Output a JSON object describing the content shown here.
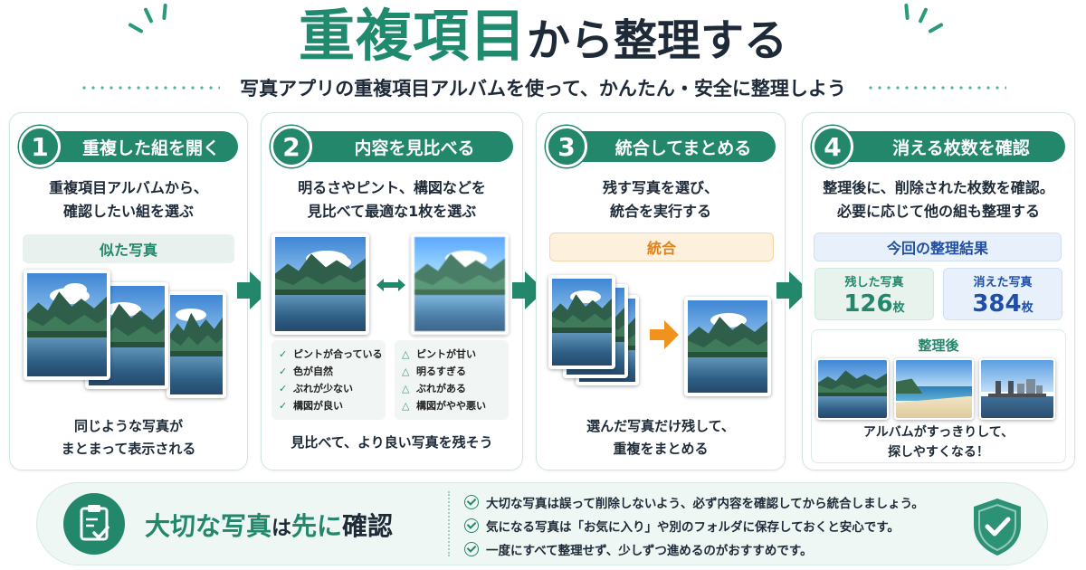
{
  "header": {
    "title_green": "重複項目",
    "title_dark": "から整理する",
    "subtitle": "写真アプリの重複項目アルバムを使って、かんたん・安全に整理しよう"
  },
  "steps": [
    {
      "num": "1",
      "title": "重複した組を開く",
      "desc_line1": "重複項目アルバムから、",
      "desc_line2": "確認したい組を選ぶ",
      "label": "似た写真",
      "bottom_line1": "同じような写真が",
      "bottom_line2": "まとまって表示される"
    },
    {
      "num": "2",
      "title": "内容を見比べる",
      "desc_line1": "明るさやピント、構図などを",
      "desc_line2": "見比べて最適な1枚を選ぶ",
      "good": [
        "ピントが合っている",
        "色が自然",
        "ぶれが少ない",
        "構図が良い"
      ],
      "bad": [
        "ピントが甘い",
        "明るすぎる",
        "ぶれがある",
        "構図がやや悪い"
      ],
      "bottom_line1": "見比べて、より良い写真を残そう"
    },
    {
      "num": "3",
      "title": "統合してまとめる",
      "desc_line1": "残す写真を選び、",
      "desc_line2": "統合を実行する",
      "label": "統合",
      "bottom_line1": "選んだ写真だけ残して、",
      "bottom_line2": "重複をまとめる"
    },
    {
      "num": "4",
      "title": "消える枚数を確認",
      "desc_line1": "整理後に、削除された枚数を確認。",
      "desc_line2": "必要に応じて他の組も整理する",
      "label": "今回の整理結果",
      "kept_label": "残した写真",
      "kept_value": "126",
      "removed_label": "消えた写真",
      "removed_value": "384",
      "unit": "枚",
      "after_label": "整理後",
      "bottom_line1": "アルバムがすっきりして、",
      "bottom_line2": "探しやすくなる！"
    }
  ],
  "banner": {
    "title_part1": "大切な写真",
    "title_part2": "は",
    "title_part3": "先に",
    "title_part4": "確認",
    "tips": [
      "大切な写真は誤って削除しないよう、必ず内容を確認してから統合しましょう。",
      "気になる写真は「お気に入り」や別のフォルダに保存しておくと安心です。",
      "一度にすべて整理せず、少しずつ進めるのがおすすめです。"
    ]
  },
  "icons": {
    "clipboard": "clipboard-check-icon",
    "shield": "shield-check-icon",
    "arrow": "right-arrow-icon",
    "compare": "double-arrow-icon"
  },
  "colors": {
    "brand_green": "#23876c",
    "orange": "#f0921e",
    "blue": "#1f4fa6"
  }
}
